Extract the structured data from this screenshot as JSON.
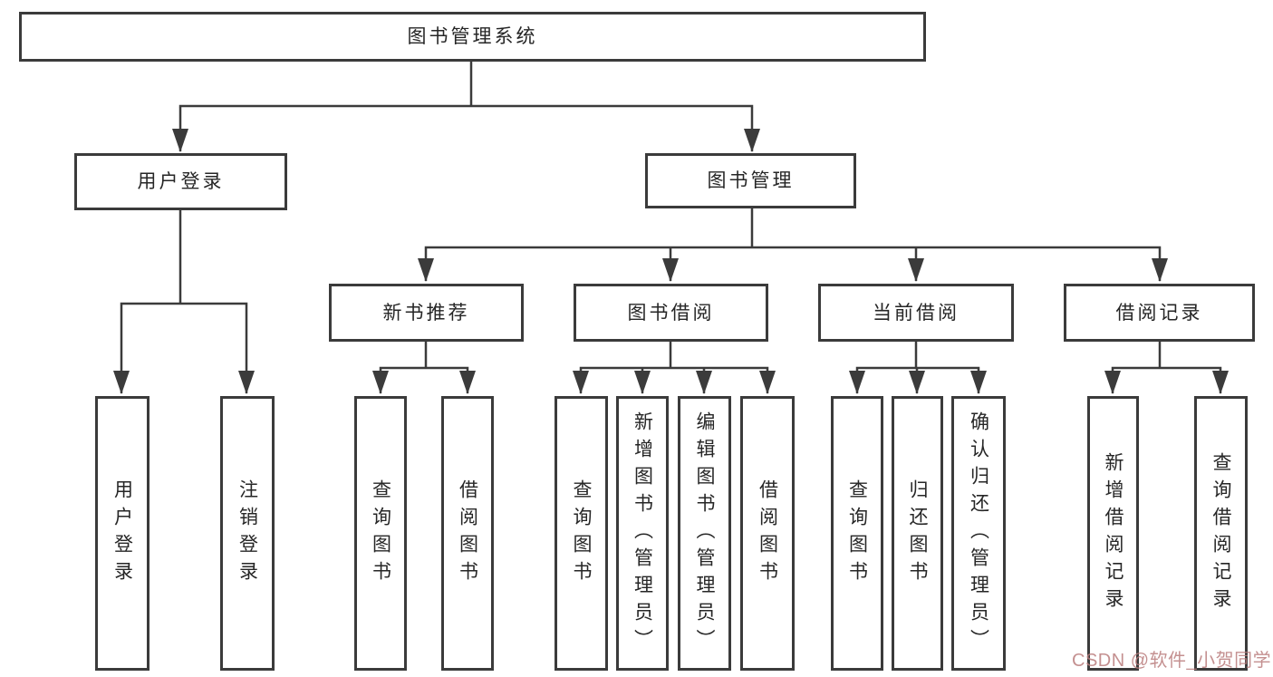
{
  "root": {
    "label": "图书管理系统"
  },
  "branches": {
    "user": {
      "label": "用户登录",
      "children": [
        "用户登录",
        "注销登录"
      ]
    },
    "mgmt": {
      "label": "图书管理",
      "sections": {
        "new_book": {
          "label": "新书推荐",
          "children": [
            "查询图书",
            "借阅图书"
          ]
        },
        "borrow": {
          "label": "图书借阅",
          "children": [
            "查询图书",
            "新增图书（管理员）",
            "编辑图书（管理员）",
            "借阅图书"
          ]
        },
        "current": {
          "label": "当前借阅",
          "children": [
            "查询图书",
            "归还图书",
            "确认归还（管理员）"
          ]
        },
        "records": {
          "label": "借阅记录",
          "children": [
            "新增借阅记录",
            "查询借阅记录"
          ]
        }
      }
    }
  },
  "watermark": {
    "text": "CSDN @软件_小贺同学"
  },
  "colors": {
    "line": "#3b3b3b",
    "box_border": "#3b3b3b",
    "text": "#262626",
    "watermark": "#ba7d7d",
    "background": "#ffffff"
  }
}
